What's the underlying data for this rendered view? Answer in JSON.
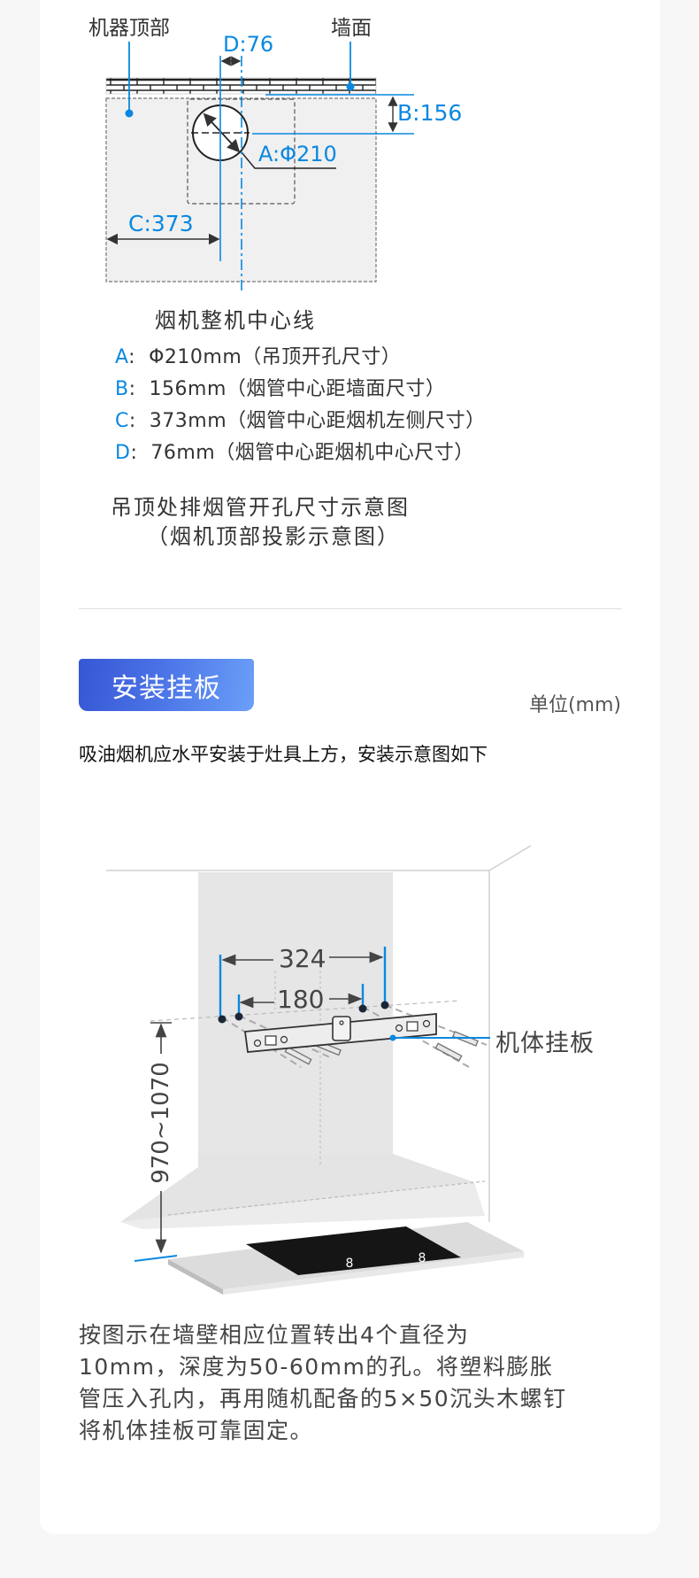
{
  "colors": {
    "accent_blue": "#0a88e0",
    "pill_gradient_start": "#3657d4",
    "pill_gradient_end": "#6b9ff8",
    "page_background": "#f7f7f7",
    "card_background": "#ffffff"
  },
  "top_diagram": {
    "labels": {
      "machine_top": "机器顶部",
      "wall": "墙面",
      "d_dim": "D:76",
      "b_dim": "B:156",
      "a_dim": "A:Φ210",
      "c_dim": "C:373",
      "center_line": "烟机整机中心线"
    },
    "legend": [
      {
        "key": "A",
        "sep": ":",
        "text": "Φ210mm（吊顶开孔尺寸）"
      },
      {
        "key": "B",
        "sep": ":",
        "text": "156mm（烟管中心距墙面尺寸）"
      },
      {
        "key": "C",
        "sep": ":",
        "text": "373mm（烟管中心距烟机左侧尺寸）"
      },
      {
        "key": "D",
        "sep": ":",
        "text": "76mm（烟管中心距烟机中心尺寸）"
      }
    ],
    "caption_line1": "吊顶处排烟管开孔尺寸示意图",
    "caption_line2": "（烟机顶部投影示意图）"
  },
  "section": {
    "title": "安装挂板",
    "unit": "单位(mm)",
    "intro": "吸油烟机应水平安装于灶具上方，安装示意图如下"
  },
  "install_diagram": {
    "outer_width": "324",
    "inner_width": "180",
    "height_range": "970~1070",
    "plate_label": "机体挂板"
  },
  "instructions": {
    "lines": [
      "按图示在墙壁相应位置转出4个直径为",
      "10mm，深度为50-60mm的孔。将塑料膨胀",
      "管压入孔内，再用随机配备的5×50沉头木螺钉",
      "将机体挂板可靠固定。"
    ]
  }
}
